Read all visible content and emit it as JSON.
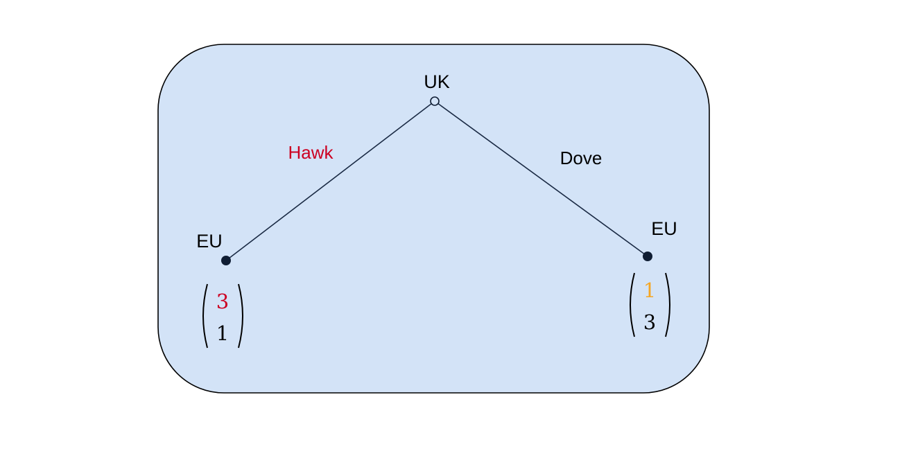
{
  "colors": {
    "panel_fill": "#d3e3f7",
    "panel_stroke": "#000000",
    "edge": "#1a2a44",
    "node": "#0f1d33",
    "hawk": "#cc0022",
    "orange": "#f5a623",
    "text": "#000000"
  },
  "tree": {
    "root": {
      "label": "UK",
      "marker": "open-circle"
    },
    "branches": [
      {
        "action": "Hawk",
        "node_label": "EU",
        "payoff": {
          "top": "3",
          "bottom": "1"
        }
      },
      {
        "action": "Dove",
        "node_label": "EU",
        "payoff": {
          "top": "1",
          "bottom": "3"
        }
      }
    ]
  }
}
